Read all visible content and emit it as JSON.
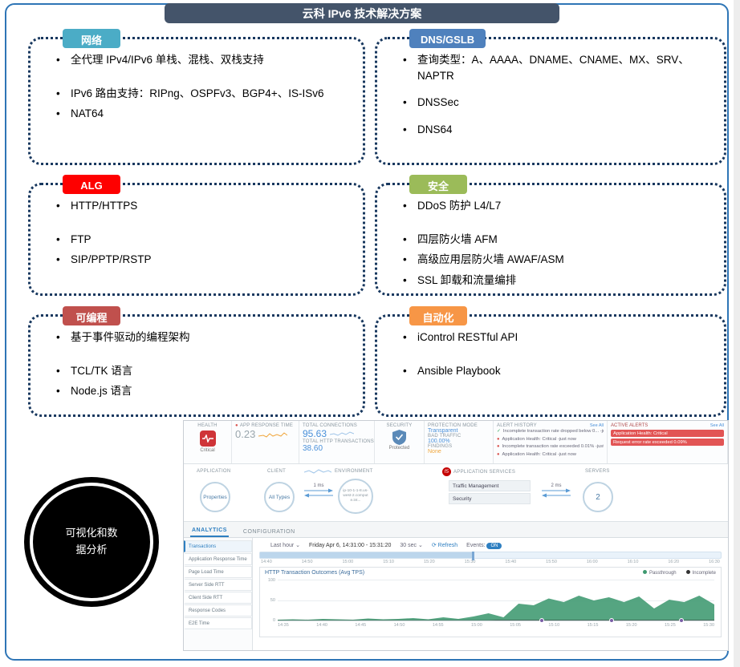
{
  "icons": {
    "check": "✓",
    "dot": "●",
    "chevron_down": "⌄",
    "refresh": "⟳",
    "f5": "f5"
  },
  "slide": {
    "title": "云科 IPv6 技术解决方案",
    "ellipse": {
      "line1": "可视化和数",
      "line2": "据分析"
    },
    "boxes": [
      {
        "header": "网络",
        "color": "#4bacc6",
        "bullets": [
          "全代理 IPv4/IPv6 单栈、混栈、双栈支持",
          "IPv6 路由支持：RIPng、OSPFv3、BGP4+、IS-ISv6",
          "NAT64"
        ]
      },
      {
        "header": "DNS/GSLB",
        "color": "#4f81bd",
        "bullets": [
          "查询类型：A、AAAA、DNAME、CNAME、MX、SRV、NAPTR",
          "DNSSec",
          "DNS64"
        ]
      },
      {
        "header": "ALG",
        "color": "#fe0000",
        "bullets": [
          "HTTP/HTTPS",
          "FTP",
          "SIP/PPTP/RSTP"
        ]
      },
      {
        "header": "安全",
        "color": "#9bbb59",
        "bullets": [
          "DDoS 防护 L4/L7",
          "四层防火墙 AFM",
          "高级应用层防火墙 AWAF/ASM",
          "SSL 卸载和流量编排"
        ]
      },
      {
        "header": "可编程",
        "color": "#c0504d",
        "bullets": [
          "基于事件驱动的编程架构",
          "TCL/TK 语言",
          "Node.js 语言"
        ]
      },
      {
        "header": "自动化",
        "color": "#f79646",
        "bullets": [
          "iControl RESTful API",
          "Ansible Playbook"
        ]
      }
    ]
  },
  "dashboard": {
    "health": {
      "label": "HEALTH",
      "status": "Critical"
    },
    "app_response_time": {
      "label": "APP RESPONSE TIME",
      "value": "0.23"
    },
    "total_connections": {
      "label": "TOTAL CONNECTIONS",
      "value": "95.63"
    },
    "total_http": {
      "label": "TOTAL HTTP TRANSACTIONS/s",
      "value": "38.60"
    },
    "security": {
      "label": "SECURITY",
      "status": "Protected"
    },
    "protection": {
      "mode_label": "PROTECTION MODE",
      "mode_value": "Transparent",
      "bad_traffic_label": "BAD TRAFFIC",
      "bad_traffic_value": "100.00%",
      "findings_label": "FINDINGS",
      "findings_value": "None"
    },
    "alert_history": {
      "title": "ALERT HISTORY",
      "see_all": "See All",
      "items": [
        {
          "text": "Incomplete transaction rate dropped below 0... -just now",
          "tone": "ok"
        },
        {
          "text": "Application Health: Critical -just now",
          "tone": "bad"
        },
        {
          "text": "Incomplete transaction rate exceeded 0.01% -just now",
          "tone": "bad"
        },
        {
          "text": "Application Health: Critical -just now",
          "tone": "bad"
        }
      ]
    },
    "active_alerts": {
      "title": "ACTIVE ALERTS",
      "see_all": "See All",
      "items": [
        "Application Health: Critical",
        "Request error rate exceeded 0.09%"
      ]
    },
    "topology": {
      "application_label": "APPLICATION",
      "application_node": "Properties",
      "client_label": "CLIENT",
      "client_node": "All Types",
      "environment_label": "ENVIRONMENT",
      "environment_node": "ip-10-1-1-8.us-west-2.compute.int...",
      "services_label": "APPLICATION SERVICES",
      "services_items": [
        "Traffic Management",
        "Security"
      ],
      "servers_label": "SERVERS",
      "servers_node": "2",
      "latency_client": "1 ms",
      "latency_server": "2 ms"
    },
    "tabs": [
      {
        "label": "ANALYTICS",
        "active": true
      },
      {
        "label": "CONFIGURATION",
        "active": false
      }
    ],
    "sidebar": [
      "Transactions",
      "Application Response Time",
      "Page Load Time",
      "Server Side RTT",
      "Client Side RTT",
      "Response Codes",
      "E2E Time"
    ],
    "controls": {
      "range": "Last hour",
      "date": "Friday Apr 6, 14:31:00 - 15:31:20",
      "interval": "30 sec",
      "refresh": "Refresh",
      "events_label": "Events:",
      "events_state": "ON"
    },
    "timeline_ticks": [
      "14:40",
      "14:50",
      "15:00",
      "15:10",
      "15:20",
      "15:30",
      "15:40",
      "15:50",
      "16:00",
      "16:10",
      "16:20",
      "16:30"
    ]
  },
  "chart_data": {
    "type": "area",
    "title": "HTTP Transaction Outcomes (Avg TPS)",
    "xlabel": "",
    "ylabel": "",
    "ylim": [
      0,
      100
    ],
    "yticks": [
      "100",
      "50",
      "0"
    ],
    "xticks": [
      "14:35",
      "14:40",
      "14:45",
      "14:50",
      "14:55",
      "15:00",
      "15:05",
      "15:10",
      "15:15",
      "15:20",
      "15:25",
      "15:30"
    ],
    "legend_position": "top-right",
    "grid": true,
    "series": [
      {
        "name": "Passthrough",
        "color": "#3d9970",
        "values": [
          2,
          3,
          2,
          4,
          3,
          2,
          5,
          3,
          4,
          6,
          3,
          8,
          4,
          10,
          18,
          8,
          42,
          38,
          55,
          46,
          62,
          50,
          58,
          46,
          60,
          30,
          52,
          46,
          62,
          40
        ]
      },
      {
        "name": "Incomplete",
        "color": "#333333",
        "values": [
          0,
          0,
          0,
          0,
          0,
          0,
          0,
          0,
          0,
          0,
          0,
          0,
          0,
          0,
          0,
          1,
          1,
          1,
          1,
          1,
          1,
          1,
          1,
          1,
          1,
          1,
          1,
          1,
          1,
          1
        ]
      }
    ]
  }
}
